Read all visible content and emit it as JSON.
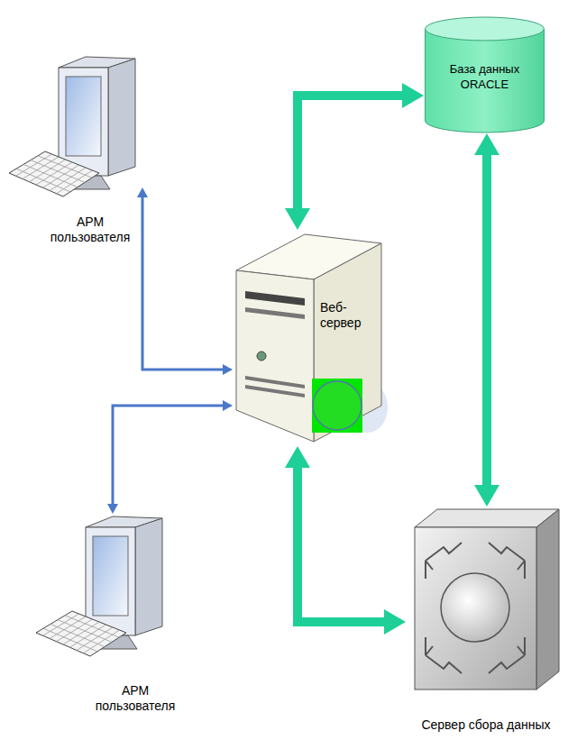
{
  "diagram": {
    "nodes": [
      {
        "text": [
          "АРМ пользователя"
        ]
      },
      {
        "text": [
          "База данных ORACLE"
        ]
      },
      {
        "text": [
          "Веб-сервер"
        ]
      },
      {
        "text": [
          "АРМ пользователя"
        ]
      },
      {
        "text": [
          "Сервер сбора данных"
        ]
      }
    ],
    "edges": [
      {
        "from": 2,
        "to": 0,
        "arrow": "both"
      },
      {
        "from": 2,
        "to": 1,
        "arrow": "both"
      },
      {
        "from": 2,
        "to": 3,
        "arrow": "both"
      },
      {
        "from": 1,
        "to": 4,
        "arrow": "both"
      },
      {
        "from": 2,
        "to": 4,
        "arrow": "both"
      }
    ]
  }
}
